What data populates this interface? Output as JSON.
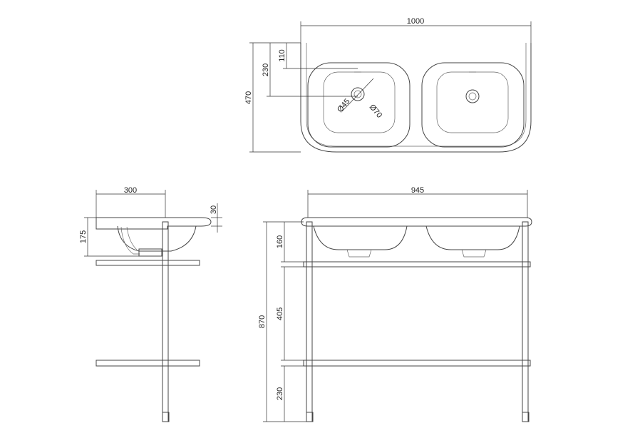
{
  "dimensions": {
    "top_width": "1000",
    "top_depth": "470",
    "tap_offset": "230",
    "tap_hole_offset": "110",
    "waste_inner": "Ø45",
    "waste_outer": "Ø70",
    "side_depth": "300",
    "rim_thickness": "30",
    "basin_depth": "175",
    "front_width": "945",
    "front_basin": "160",
    "front_mid": "405",
    "front_bottom": "230",
    "front_total": "870"
  },
  "colors": {
    "line": "#444444",
    "dimension": "#333333"
  }
}
